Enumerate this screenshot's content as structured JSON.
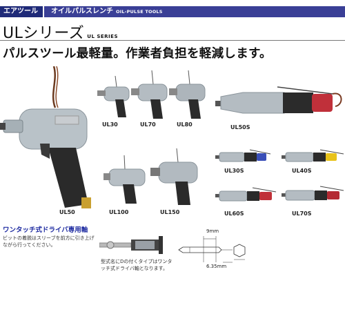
{
  "header": {
    "category": "エアツール",
    "title": "オイルパルスレンチ",
    "title_en": "OIL-PULSE TOOLS"
  },
  "series": {
    "name": "ULシリーズ",
    "sub": "UL SERIES"
  },
  "headline": "パルスツール最軽量。作業者負担を軽減します。",
  "tools": [
    {
      "label": "UL50",
      "color": "#2a2a2a"
    },
    {
      "label": "UL30"
    },
    {
      "label": "UL70"
    },
    {
      "label": "UL80"
    },
    {
      "label": "UL100"
    },
    {
      "label": "UL150"
    },
    {
      "label": "UL50S",
      "color": "#c0303a"
    },
    {
      "label": "UL30S",
      "color": "#3a4fb8"
    },
    {
      "label": "UL40S",
      "color": "#e8c21a"
    },
    {
      "label": "UL60S",
      "color": "#c03038"
    },
    {
      "label": "UL70S",
      "color": "#b42a33"
    }
  ],
  "bottom": {
    "title": "ワンタッチ式ドライバ専用軸",
    "desc": "ビットの着脱はスリーブを前方に引き上げながら行ってください。",
    "note": "型式名にDの付くタイプはワンタッチ式ドライバ軸となります。",
    "dim_top": "9mm",
    "dim_bottom": "6.35mm"
  },
  "colors": {
    "header_dark": "#1f2a78",
    "header": "#3a3f96",
    "accent_text": "#1d2aa0"
  }
}
